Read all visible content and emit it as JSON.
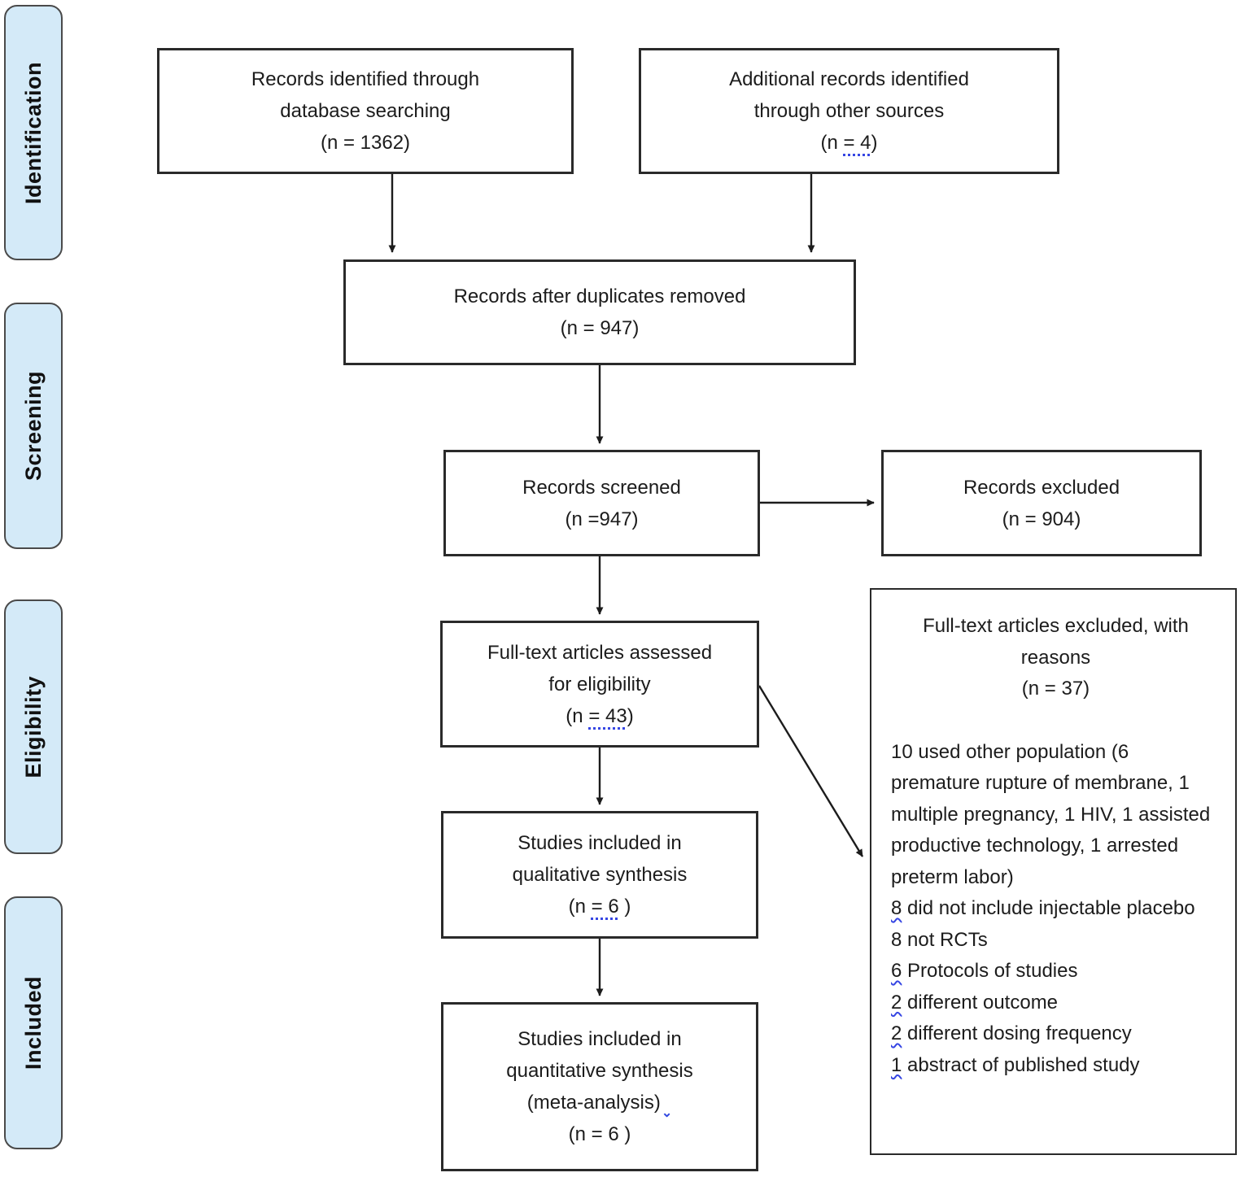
{
  "palette": {
    "stage_fill": "#d4eaf8",
    "stage_border": "#4a4a4a",
    "box_border": "#2a2a2a",
    "arrow": "#1c1c1c",
    "annotation_blue": "#3646e3",
    "text": "#1c1c1c"
  },
  "stages": [
    {
      "label": "Identification"
    },
    {
      "label": "Screening"
    },
    {
      "label": "Eligibility"
    },
    {
      "label": "Included"
    }
  ],
  "boxes": {
    "identified": {
      "line1": "Records identified through",
      "line2": "database searching",
      "n": "(n = 1362)"
    },
    "additional": {
      "line1": "Additional records identified",
      "line2": "through other sources",
      "n_pre": "(n ",
      "n_u": "= 4",
      "n_post": ")"
    },
    "deduped": {
      "line1": "Records after duplicates removed",
      "n": "(n = 947)"
    },
    "screened": {
      "line1": "Records screened",
      "n": "(n =947)"
    },
    "excluded": {
      "line1": "Records excluded",
      "n": "(n = 904)"
    },
    "fulltext": {
      "line1": "Full-text articles assessed",
      "line2": "for eligibility",
      "n_pre": "(n ",
      "n_u": "= 43",
      "n_post": ")"
    },
    "qualitative": {
      "line1": "Studies included in",
      "line2": "qualitative synthesis",
      "n_pre": "(n ",
      "n_u": "= 6",
      "n_post": " )"
    },
    "quantitative": {
      "line1": "Studies included in",
      "line2": "quantitative synthesis",
      "line3": "(meta-analysis)",
      "check_mark": "⌄",
      "n": "(n = 6 )"
    },
    "reasons_box": {
      "title1": "Full-text articles excluded, with",
      "title2": "reasons",
      "n": "(n = 37)",
      "reasons": [
        {
          "num": "10",
          "text": " used other population (6 premature rupture of membrane, 1 multiple pregnancy, 1 HIV, 1 assisted productive technology, 1 arrested preterm labor)",
          "squiggle": false
        },
        {
          "num": "8",
          "text": " did not include injectable placebo",
          "squiggle": true
        },
        {
          "num": "8",
          "text": " not RCTs",
          "squiggle": false
        },
        {
          "num": "6",
          "text": " Protocols of studies",
          "squiggle": true
        },
        {
          "num": "2",
          "text": " different outcome",
          "squiggle": true
        },
        {
          "num": "2",
          "text": " different dosing frequency",
          "squiggle": true
        },
        {
          "num": "1",
          "text": " abstract of published study",
          "squiggle": true
        }
      ]
    }
  }
}
